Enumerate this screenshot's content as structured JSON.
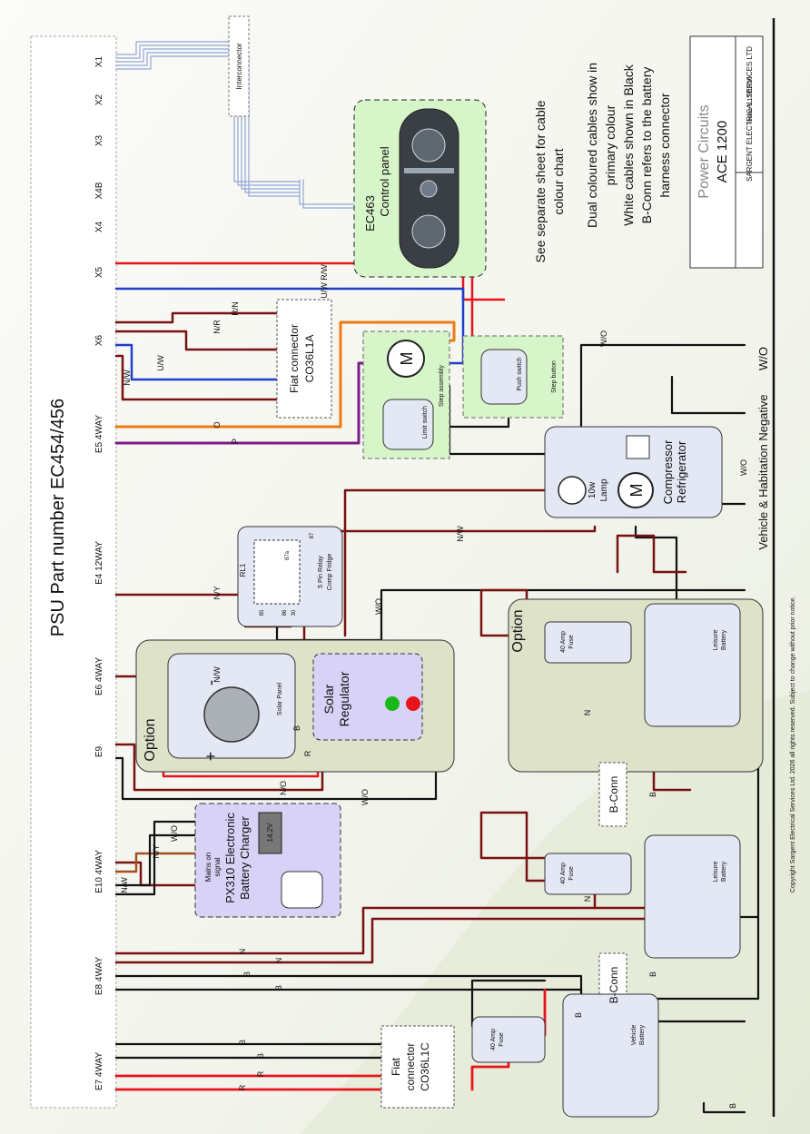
{
  "title": "PSU Part number EC454/456",
  "connectors": {
    "x1": "X1",
    "x2": "X2",
    "x3": "X3",
    "x4b": "X4B",
    "x4": "X4",
    "x5": "X5",
    "x6": "X6",
    "e5": "E5 4WAY",
    "e4": "E4 12WAY",
    "e6": "E6 4WAY",
    "e9": "E9",
    "e10": "E10 4WAY",
    "e8": "E8 4WAY",
    "e7": "E7 4WAY"
  },
  "notes": {
    "line1": "See separate sheet for cable",
    "line2": "colour chart",
    "line3": "Dual coloured cables show in",
    "line4": "primary colour",
    "line5": "White cables shown in Black",
    "line6": "B-Conn refers to the battery",
    "line7": "harness connector"
  },
  "title_block": {
    "name": "Power Circuits",
    "model": "ACE 1200",
    "company": "SARGENT ELECTRICAL SERVICES LTD",
    "issue": "Issue 1  17/02/26"
  },
  "control_panel": {
    "part": "EC463",
    "label": "Control panel"
  },
  "interconnector": "Interconnector",
  "fiat_a": {
    "line1": "Fiat connector",
    "line2": "CO36L1A"
  },
  "fiat_c": {
    "line1": "Fiat",
    "line2": "connector",
    "line3": "CO36L1C"
  },
  "step": {
    "assembly": "Step assembly",
    "limit": "Limit switch",
    "button": "Step button",
    "push": "Push switch",
    "motor": "M"
  },
  "relay": {
    "id": "RL1",
    "line1": "5 Pin Relay",
    "line2": "Comp Fridge",
    "p85": "85",
    "p86": "86",
    "p30": "30",
    "p87": "87",
    "p87a": "87a"
  },
  "fridge": {
    "lamp": "10w",
    "lamp2": "Lamp",
    "name1": "Compressor",
    "name2": "Refrigerator",
    "motor": "M"
  },
  "solar": {
    "option": "Option",
    "panel": "Solar Panel",
    "reg1": "Solar",
    "reg2": "Regulator",
    "plus": "+",
    "minus": "-"
  },
  "charger": {
    "mains1": "Mains on",
    "mains2": "signal",
    "name1": "PX310 Electronic",
    "name2": "Battery Charger",
    "voltage": "14.2V"
  },
  "fuse": {
    "line1": "40 Amp",
    "line2": "Fuse"
  },
  "leisure": {
    "line1": "Leisure",
    "line2": "Battery"
  },
  "vehicle": {
    "line1": "Vehicle",
    "line2": "Battery"
  },
  "bconn": "B-Conn",
  "option2": "Option",
  "negative_bus": "Vehicle & Habitation Negative",
  "wire_labels": {
    "nw": "N/W",
    "uw": "U/W",
    "nr": "N/R",
    "rn": "R/N",
    "urw": "U/W R/W",
    "o": "O",
    "p": "P",
    "wo": "W/O",
    "ny": "N/Y",
    "no": "N/O",
    "n": "N",
    "b": "B",
    "r": "R"
  },
  "copyright": "Copyright Sargent Electrical Services Ltd. 2026 all rights reserved.  Subject to change without prior notice.",
  "colors": {
    "red": "#e8131b",
    "dark_red": "#7a1111",
    "blue": "#1f3ed0",
    "orange": "#f07a10",
    "purple": "#7b1d86",
    "brown": "#a4521c",
    "black": "#111111",
    "green_box": "#d6f5c8",
    "blue_box": "#e3e8f4",
    "purple_box": "#d7d2f6",
    "option_box": "#dde2c9"
  }
}
